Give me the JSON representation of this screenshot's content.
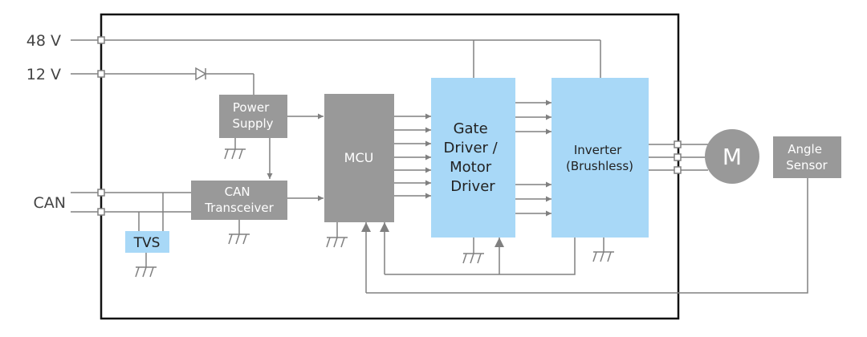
{
  "signals": {
    "v48": "48 V",
    "v12": "12 V",
    "can": "CAN"
  },
  "blocks": {
    "power_supply": [
      "Power",
      "Supply"
    ],
    "can_transceiver": [
      "CAN",
      "Transceiver"
    ],
    "tvs": "TVS",
    "mcu": "MCU",
    "gate_driver": [
      "Gate",
      "Driver /",
      "Motor",
      "Driver"
    ],
    "inverter": [
      "Inverter",
      "(Brushless)"
    ],
    "motor": "M",
    "angle_sensor": [
      "Angle",
      "Sensor"
    ]
  },
  "colors": {
    "gray_block": "#999999",
    "blue_block": "#a8d8f7",
    "line": "#808080",
    "border": "#111111",
    "label_text": "#444444",
    "block_text": "#ffffff",
    "blue_text": "#222222"
  }
}
